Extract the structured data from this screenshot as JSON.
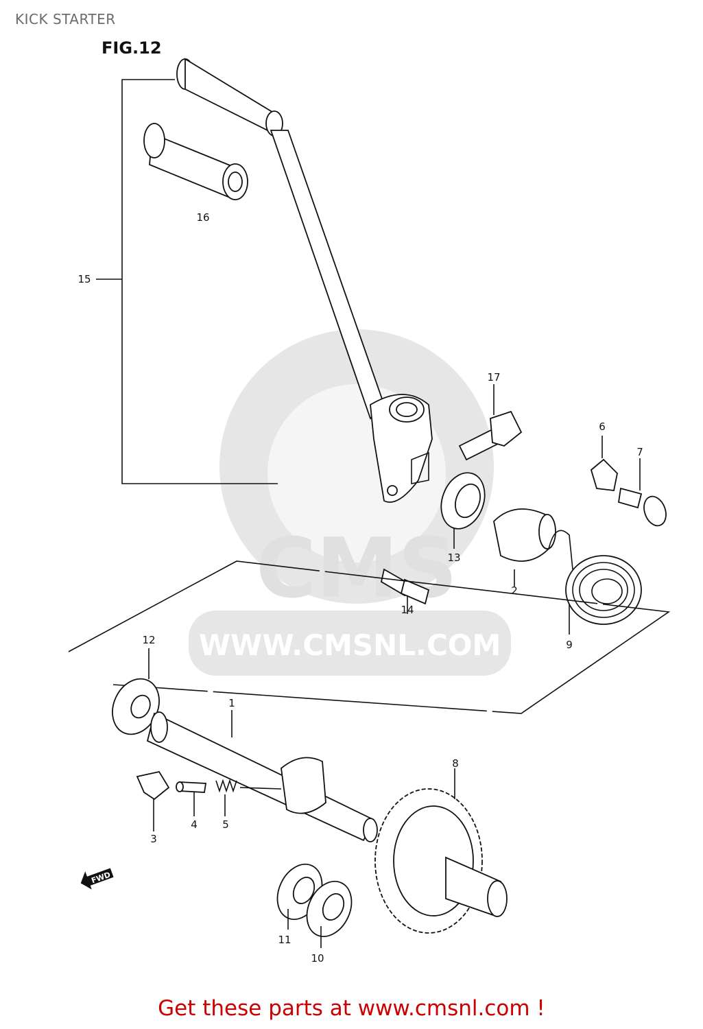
{
  "page": {
    "title": "KICK STARTER",
    "figure_label": "FIG.12",
    "footer_text": "Get these parts at www.cmsnl.com !",
    "footer_color": "#cc0000"
  },
  "watermark": {
    "brand": "CMS",
    "url": "WWW.CMSNL.COM",
    "color": "#e6e6e6"
  },
  "direction_indicator": "FWD",
  "callouts": [
    {
      "id": "1",
      "label": "1"
    },
    {
      "id": "2",
      "label": "2"
    },
    {
      "id": "3",
      "label": "3"
    },
    {
      "id": "4",
      "label": "4"
    },
    {
      "id": "5",
      "label": "5"
    },
    {
      "id": "6",
      "label": "6"
    },
    {
      "id": "7",
      "label": "7"
    },
    {
      "id": "8",
      "label": "8"
    },
    {
      "id": "9",
      "label": "9"
    },
    {
      "id": "10",
      "label": "10"
    },
    {
      "id": "11",
      "label": "11"
    },
    {
      "id": "12",
      "label": "12"
    },
    {
      "id": "13",
      "label": "13"
    },
    {
      "id": "14",
      "label": "14"
    },
    {
      "id": "15",
      "label": "15"
    },
    {
      "id": "16",
      "label": "16"
    },
    {
      "id": "17",
      "label": "17"
    }
  ]
}
